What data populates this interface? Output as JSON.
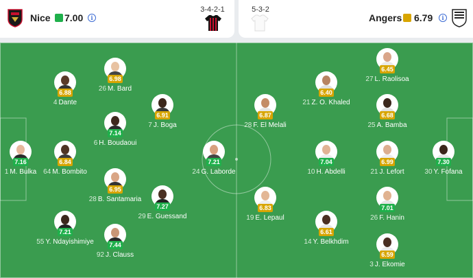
{
  "home": {
    "name": "Nice",
    "rating": "7.00",
    "rating_color": "#1fb04b",
    "formation": "3-4-2-1",
    "info": "i"
  },
  "away": {
    "name": "Angers",
    "rating": "6.79",
    "rating_color": "#d8a500",
    "formation": "5-3-2",
    "info": "i"
  },
  "colors": {
    "pitch": "#3a9c4f",
    "rating_green": "#1fb04b",
    "rating_light_green": "#2fbd64",
    "rating_yellow": "#d8a500"
  },
  "players": [
    {
      "num": "1",
      "name": "M. Bulka",
      "rating": "7.16",
      "color": "#1fb04b"
    },
    {
      "num": "4",
      "name": "Dante",
      "rating": "6.88",
      "color": "#d8a500"
    },
    {
      "num": "64",
      "name": "M. Bombito",
      "rating": "6.84",
      "color": "#d8a500"
    },
    {
      "num": "55",
      "name": "Y. Ndayishimiye",
      "rating": "7.21",
      "color": "#1fb04b"
    },
    {
      "num": "26",
      "name": "M. Bard",
      "rating": "6.98",
      "color": "#d8a500"
    },
    {
      "num": "6",
      "name": "H. Boudaoui",
      "rating": "7.14",
      "color": "#1fb04b"
    },
    {
      "num": "28",
      "name": "B. Santamaria",
      "rating": "6.95",
      "color": "#d8a500"
    },
    {
      "num": "92",
      "name": "J. Clauss",
      "rating": "7.44",
      "color": "#1fb04b"
    },
    {
      "num": "7",
      "name": "J. Boga",
      "rating": "6.91",
      "color": "#d8a500"
    },
    {
      "num": "29",
      "name": "E. Guessand",
      "rating": "7.27",
      "color": "#1fb04b"
    },
    {
      "num": "24",
      "name": "G. Laborde",
      "rating": "7.21",
      "color": "#1fb04b"
    },
    {
      "num": "28",
      "name": "F. El Melali",
      "rating": "6.87",
      "color": "#d8a500"
    },
    {
      "num": "19",
      "name": "E. Lepaul",
      "rating": "6.83",
      "color": "#d8a500"
    },
    {
      "num": "21",
      "name": "Z. O. Khaled",
      "rating": "6.40",
      "color": "#d8a500"
    },
    {
      "num": "10",
      "name": "H. Abdelli",
      "rating": "7.04",
      "color": "#1fb04b"
    },
    {
      "num": "14",
      "name": "Y. Belkhdim",
      "rating": "6.61",
      "color": "#d8a500"
    },
    {
      "num": "27",
      "name": "L. Raolisoa",
      "rating": "6.45",
      "color": "#d8a500"
    },
    {
      "num": "25",
      "name": "A. Bamba",
      "rating": "6.68",
      "color": "#d8a500"
    },
    {
      "num": "21",
      "name": "J. Lefort",
      "rating": "6.99",
      "color": "#d8a500"
    },
    {
      "num": "26",
      "name": "F. Hanin",
      "rating": "7.01",
      "color": "#1fb04b"
    },
    {
      "num": "3",
      "name": "J. Ekomie",
      "rating": "6.59",
      "color": "#d8a500"
    },
    {
      "num": "30",
      "name": "Y. Fofana",
      "rating": "7.30",
      "color": "#1fb04b"
    }
  ]
}
